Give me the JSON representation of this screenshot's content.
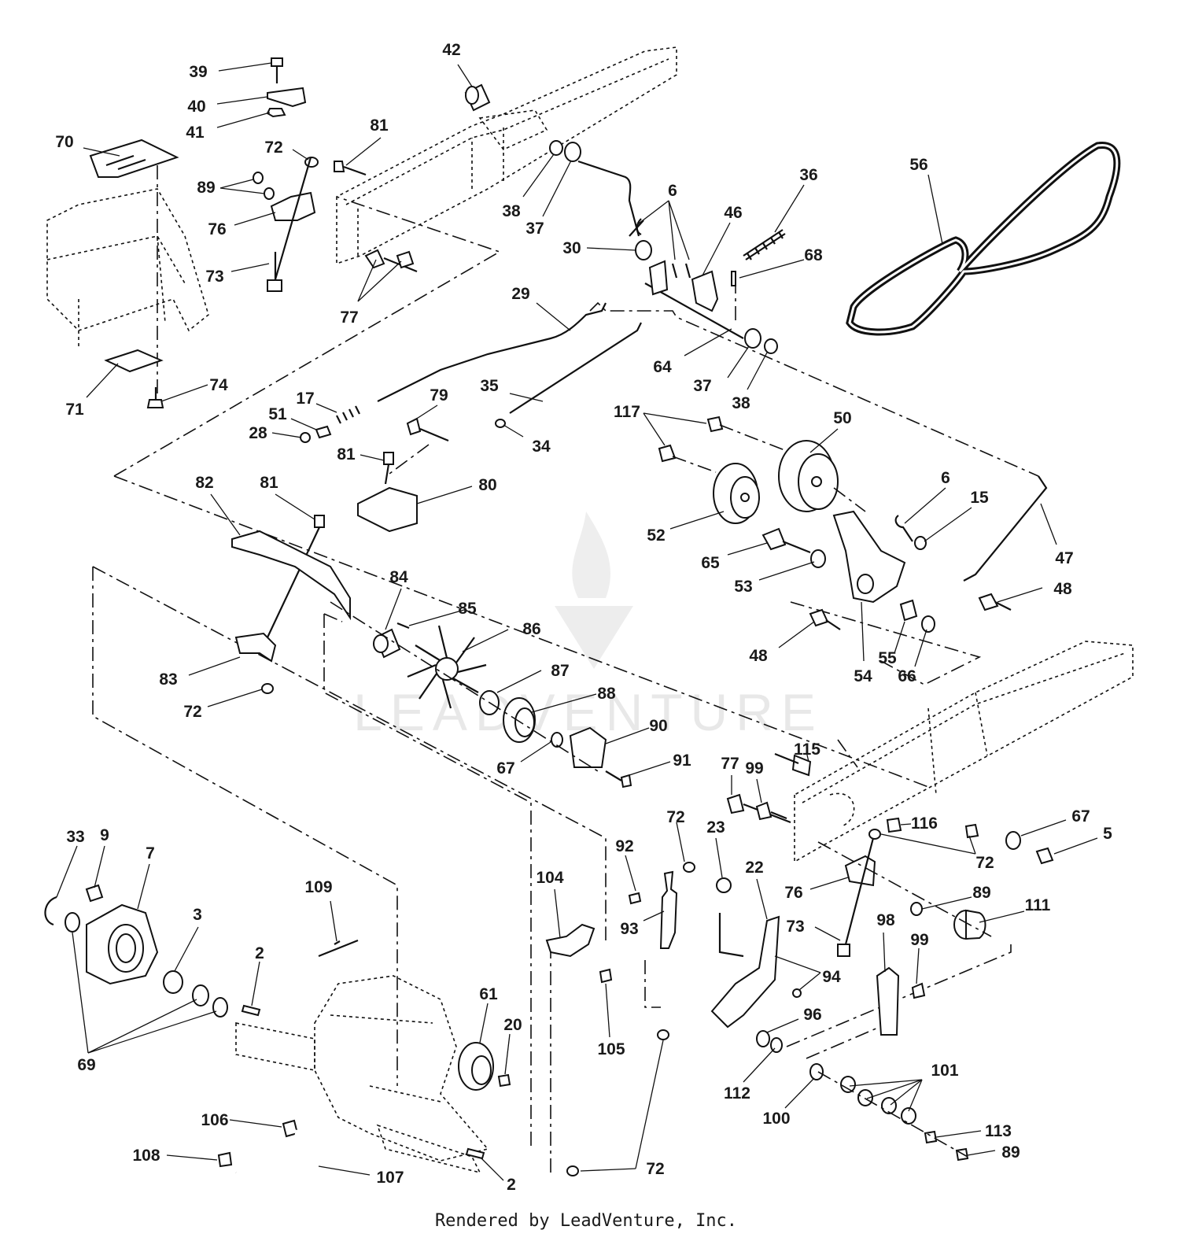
{
  "diagram": {
    "credit": "Rendered by LeadVenture, Inc.",
    "watermark": "LEADVENTURE",
    "callouts": [
      {
        "id": "c1",
        "text": "39"
      },
      {
        "id": "c2",
        "text": "42"
      },
      {
        "id": "c3",
        "text": "40"
      },
      {
        "id": "c4",
        "text": "41"
      },
      {
        "id": "c5",
        "text": "81"
      },
      {
        "id": "c6",
        "text": "70"
      },
      {
        "id": "c7",
        "text": "72"
      },
      {
        "id": "c8",
        "text": "89"
      },
      {
        "id": "c9",
        "text": "76"
      },
      {
        "id": "c10",
        "text": "73"
      },
      {
        "id": "c11",
        "text": "77"
      },
      {
        "id": "c12",
        "text": "38"
      },
      {
        "id": "c13",
        "text": "37"
      },
      {
        "id": "c14",
        "text": "6"
      },
      {
        "id": "c15",
        "text": "36"
      },
      {
        "id": "c16",
        "text": "56"
      },
      {
        "id": "c17",
        "text": "46"
      },
      {
        "id": "c18",
        "text": "30"
      },
      {
        "id": "c19",
        "text": "68"
      },
      {
        "id": "c20",
        "text": "29"
      },
      {
        "id": "c21",
        "text": "64"
      },
      {
        "id": "c22",
        "text": "37"
      },
      {
        "id": "c23",
        "text": "38"
      },
      {
        "id": "c24",
        "text": "71"
      },
      {
        "id": "c25",
        "text": "74"
      },
      {
        "id": "c26",
        "text": "17"
      },
      {
        "id": "c27",
        "text": "51"
      },
      {
        "id": "c28",
        "text": "28"
      },
      {
        "id": "c29",
        "text": "79"
      },
      {
        "id": "c30",
        "text": "35"
      },
      {
        "id": "c31",
        "text": "34"
      },
      {
        "id": "c32",
        "text": "117"
      },
      {
        "id": "c33",
        "text": "50"
      },
      {
        "id": "c34",
        "text": "81"
      },
      {
        "id": "c35",
        "text": "82"
      },
      {
        "id": "c36",
        "text": "81"
      },
      {
        "id": "c37",
        "text": "80"
      },
      {
        "id": "c38",
        "text": "6"
      },
      {
        "id": "c39",
        "text": "15"
      },
      {
        "id": "c40",
        "text": "52"
      },
      {
        "id": "c41",
        "text": "65"
      },
      {
        "id": "c42",
        "text": "47"
      },
      {
        "id": "c43",
        "text": "53"
      },
      {
        "id": "c44",
        "text": "48"
      },
      {
        "id": "c45",
        "text": "84"
      },
      {
        "id": "c46",
        "text": "85"
      },
      {
        "id": "c47",
        "text": "86"
      },
      {
        "id": "c48",
        "text": "48"
      },
      {
        "id": "c49",
        "text": "55"
      },
      {
        "id": "c50",
        "text": "54"
      },
      {
        "id": "c51",
        "text": "66"
      },
      {
        "id": "c52",
        "text": "83"
      },
      {
        "id": "c53",
        "text": "87"
      },
      {
        "id": "c54",
        "text": "72"
      },
      {
        "id": "c55",
        "text": "88"
      },
      {
        "id": "c56",
        "text": "90"
      },
      {
        "id": "c57",
        "text": "67"
      },
      {
        "id": "c58",
        "text": "91"
      },
      {
        "id": "c59",
        "text": "115"
      },
      {
        "id": "c60",
        "text": "77"
      },
      {
        "id": "c61",
        "text": "99"
      },
      {
        "id": "c62",
        "text": "33"
      },
      {
        "id": "c63",
        "text": "9"
      },
      {
        "id": "c64",
        "text": "7"
      },
      {
        "id": "c65",
        "text": "72"
      },
      {
        "id": "c66",
        "text": "92"
      },
      {
        "id": "c67",
        "text": "23"
      },
      {
        "id": "c68",
        "text": "116"
      },
      {
        "id": "c69",
        "text": "67"
      },
      {
        "id": "c70",
        "text": "5"
      },
      {
        "id": "c71",
        "text": "72"
      },
      {
        "id": "c72",
        "text": "109"
      },
      {
        "id": "c73",
        "text": "104"
      },
      {
        "id": "c74",
        "text": "22"
      },
      {
        "id": "c75",
        "text": "76"
      },
      {
        "id": "c76",
        "text": "89"
      },
      {
        "id": "c77",
        "text": "3"
      },
      {
        "id": "c78",
        "text": "111"
      },
      {
        "id": "c79",
        "text": "93"
      },
      {
        "id": "c80",
        "text": "73"
      },
      {
        "id": "c81",
        "text": "98"
      },
      {
        "id": "c82",
        "text": "99"
      },
      {
        "id": "c83",
        "text": "2"
      },
      {
        "id": "c84",
        "text": "94"
      },
      {
        "id": "c85",
        "text": "61"
      },
      {
        "id": "c86",
        "text": "20"
      },
      {
        "id": "c87",
        "text": "96"
      },
      {
        "id": "c88",
        "text": "105"
      },
      {
        "id": "c89",
        "text": "69"
      },
      {
        "id": "c90",
        "text": "101"
      },
      {
        "id": "c91",
        "text": "112"
      },
      {
        "id": "c92",
        "text": "100"
      },
      {
        "id": "c93",
        "text": "106"
      },
      {
        "id": "c94",
        "text": "113"
      },
      {
        "id": "c95",
        "text": "108"
      },
      {
        "id": "c96",
        "text": "107"
      },
      {
        "id": "c97",
        "text": "89"
      },
      {
        "id": "c98",
        "text": "72"
      },
      {
        "id": "c99",
        "text": "2"
      }
    ]
  }
}
